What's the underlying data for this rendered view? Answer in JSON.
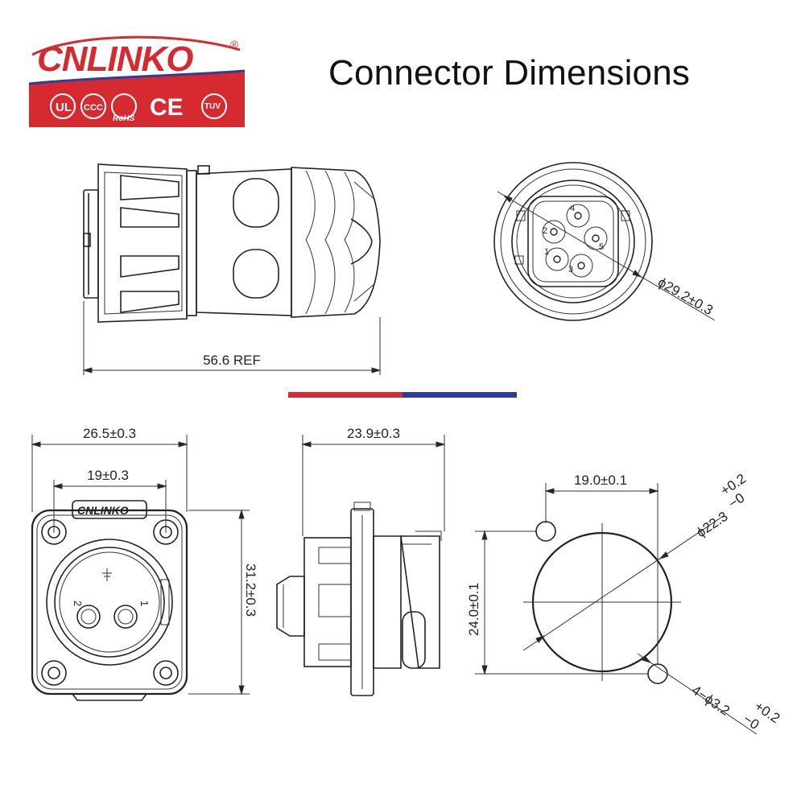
{
  "brand": {
    "name": "CNLINKO",
    "registered": "®",
    "cert_marks": [
      "UL",
      "CCC",
      "RoHS",
      "CE",
      "TUV"
    ],
    "colors": {
      "red": "#d42a30",
      "blue": "#2c3e9a",
      "line": "#222222"
    }
  },
  "title": "Connector Dimensions",
  "side_view": {
    "length_label": "56.6 REF"
  },
  "front_view": {
    "diameter_label": "ϕ29.2±0.3",
    "pin_numbers": [
      "1",
      "2",
      "3",
      "4",
      "5"
    ]
  },
  "flange_front": {
    "width_label": "26.5±0.3",
    "hole_spacing_label": "19±0.3",
    "height_label": "31.2±0.3",
    "logo_text": "CNLINKO",
    "pin_labels": [
      "1",
      "2"
    ]
  },
  "flange_side": {
    "width_label": "23.9±0.3"
  },
  "panel_cutout": {
    "hole_spacing_x_label": "19.0±0.1",
    "hole_spacing_y_label": "24.0±0.1",
    "cutout_diameter_label": "ϕ22.3",
    "cutout_tolerance_upper": "+0.2",
    "cutout_tolerance_lower": "−0",
    "mount_hole_label": "4−ϕ3.2",
    "mount_hole_tolerance_upper": "+0.2",
    "mount_hole_tolerance_lower": "−0"
  }
}
